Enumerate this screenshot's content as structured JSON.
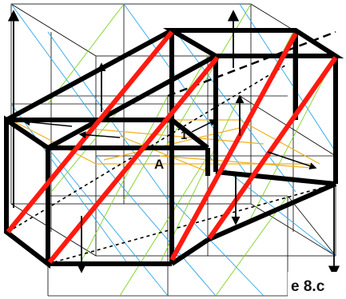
{
  "labels": {
    "point_a": "A",
    "point_1": "1",
    "caption": "e 8.c"
  },
  "colors": {
    "frame": "#000000",
    "thin_frame": "#000000",
    "diagonal_red": "#ff1a10",
    "diagonal_blue": "#2aa8e8",
    "diagonal_green": "#7ed321",
    "vector_orange": "#f0b020",
    "background": "#ffffff"
  }
}
